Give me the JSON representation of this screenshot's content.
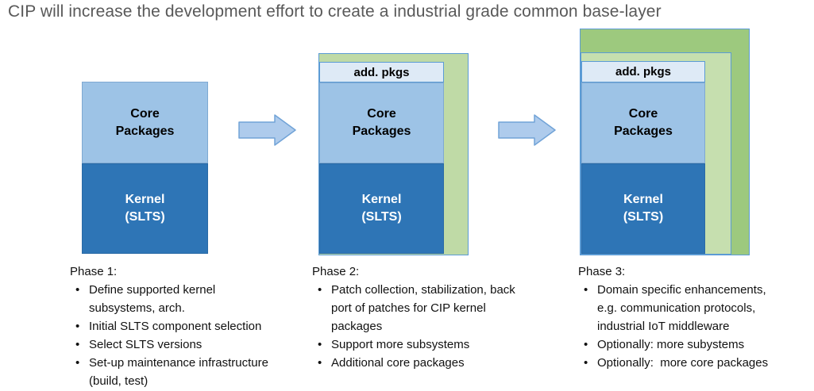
{
  "title": "CIP will increase the development effort to create a industrial grade common base-layer",
  "colors": {
    "title_text": "#595959",
    "core_packages_fill": "#9DC3E6",
    "kernel_fill": "#2E75B6",
    "add_pkgs_fill": "#DEEAF6",
    "phase2_green_fill": "#BFDAA6",
    "phase3_outer_green_fill": "#9DC97E",
    "phase3_inner_green_fill": "#C6DFAF",
    "box_border_blue": "#5B9BD5",
    "arrow_fill": "#AECBEC",
    "arrow_border": "#71A3D7",
    "body_text": "#111111"
  },
  "stacks": [
    {
      "core_label": "Core\nPackages",
      "kernel_label": "Kernel\n(SLTS)"
    },
    {
      "add_pkgs_label": "add. pkgs",
      "core_label": "Core\nPackages",
      "kernel_label": "Kernel\n(SLTS)"
    },
    {
      "add_pkgs_label": "add. pkgs",
      "core_label": "Core\nPackages",
      "kernel_label": "Kernel\n(SLTS)"
    }
  ],
  "columns": [
    {
      "heading": "Phase 1:",
      "bullets": [
        "Define supported kernel subsystems, arch.",
        "Initial SLTS component selection",
        "Select SLTS versions",
        "Set-up maintenance infrastructure (build, test)"
      ]
    },
    {
      "heading": "Phase 2:",
      "bullets": [
        "Patch collection, stabilization, back port of patches for CIP kernel packages",
        "Support more subsystems",
        "Additional core packages"
      ]
    },
    {
      "heading": "Phase 3:",
      "bullets": [
        "Domain specific enhancements, e.g. communication protocols, industrial IoT middleware",
        "Optionally: more subystems",
        "Optionally:  more core packages"
      ]
    }
  ]
}
